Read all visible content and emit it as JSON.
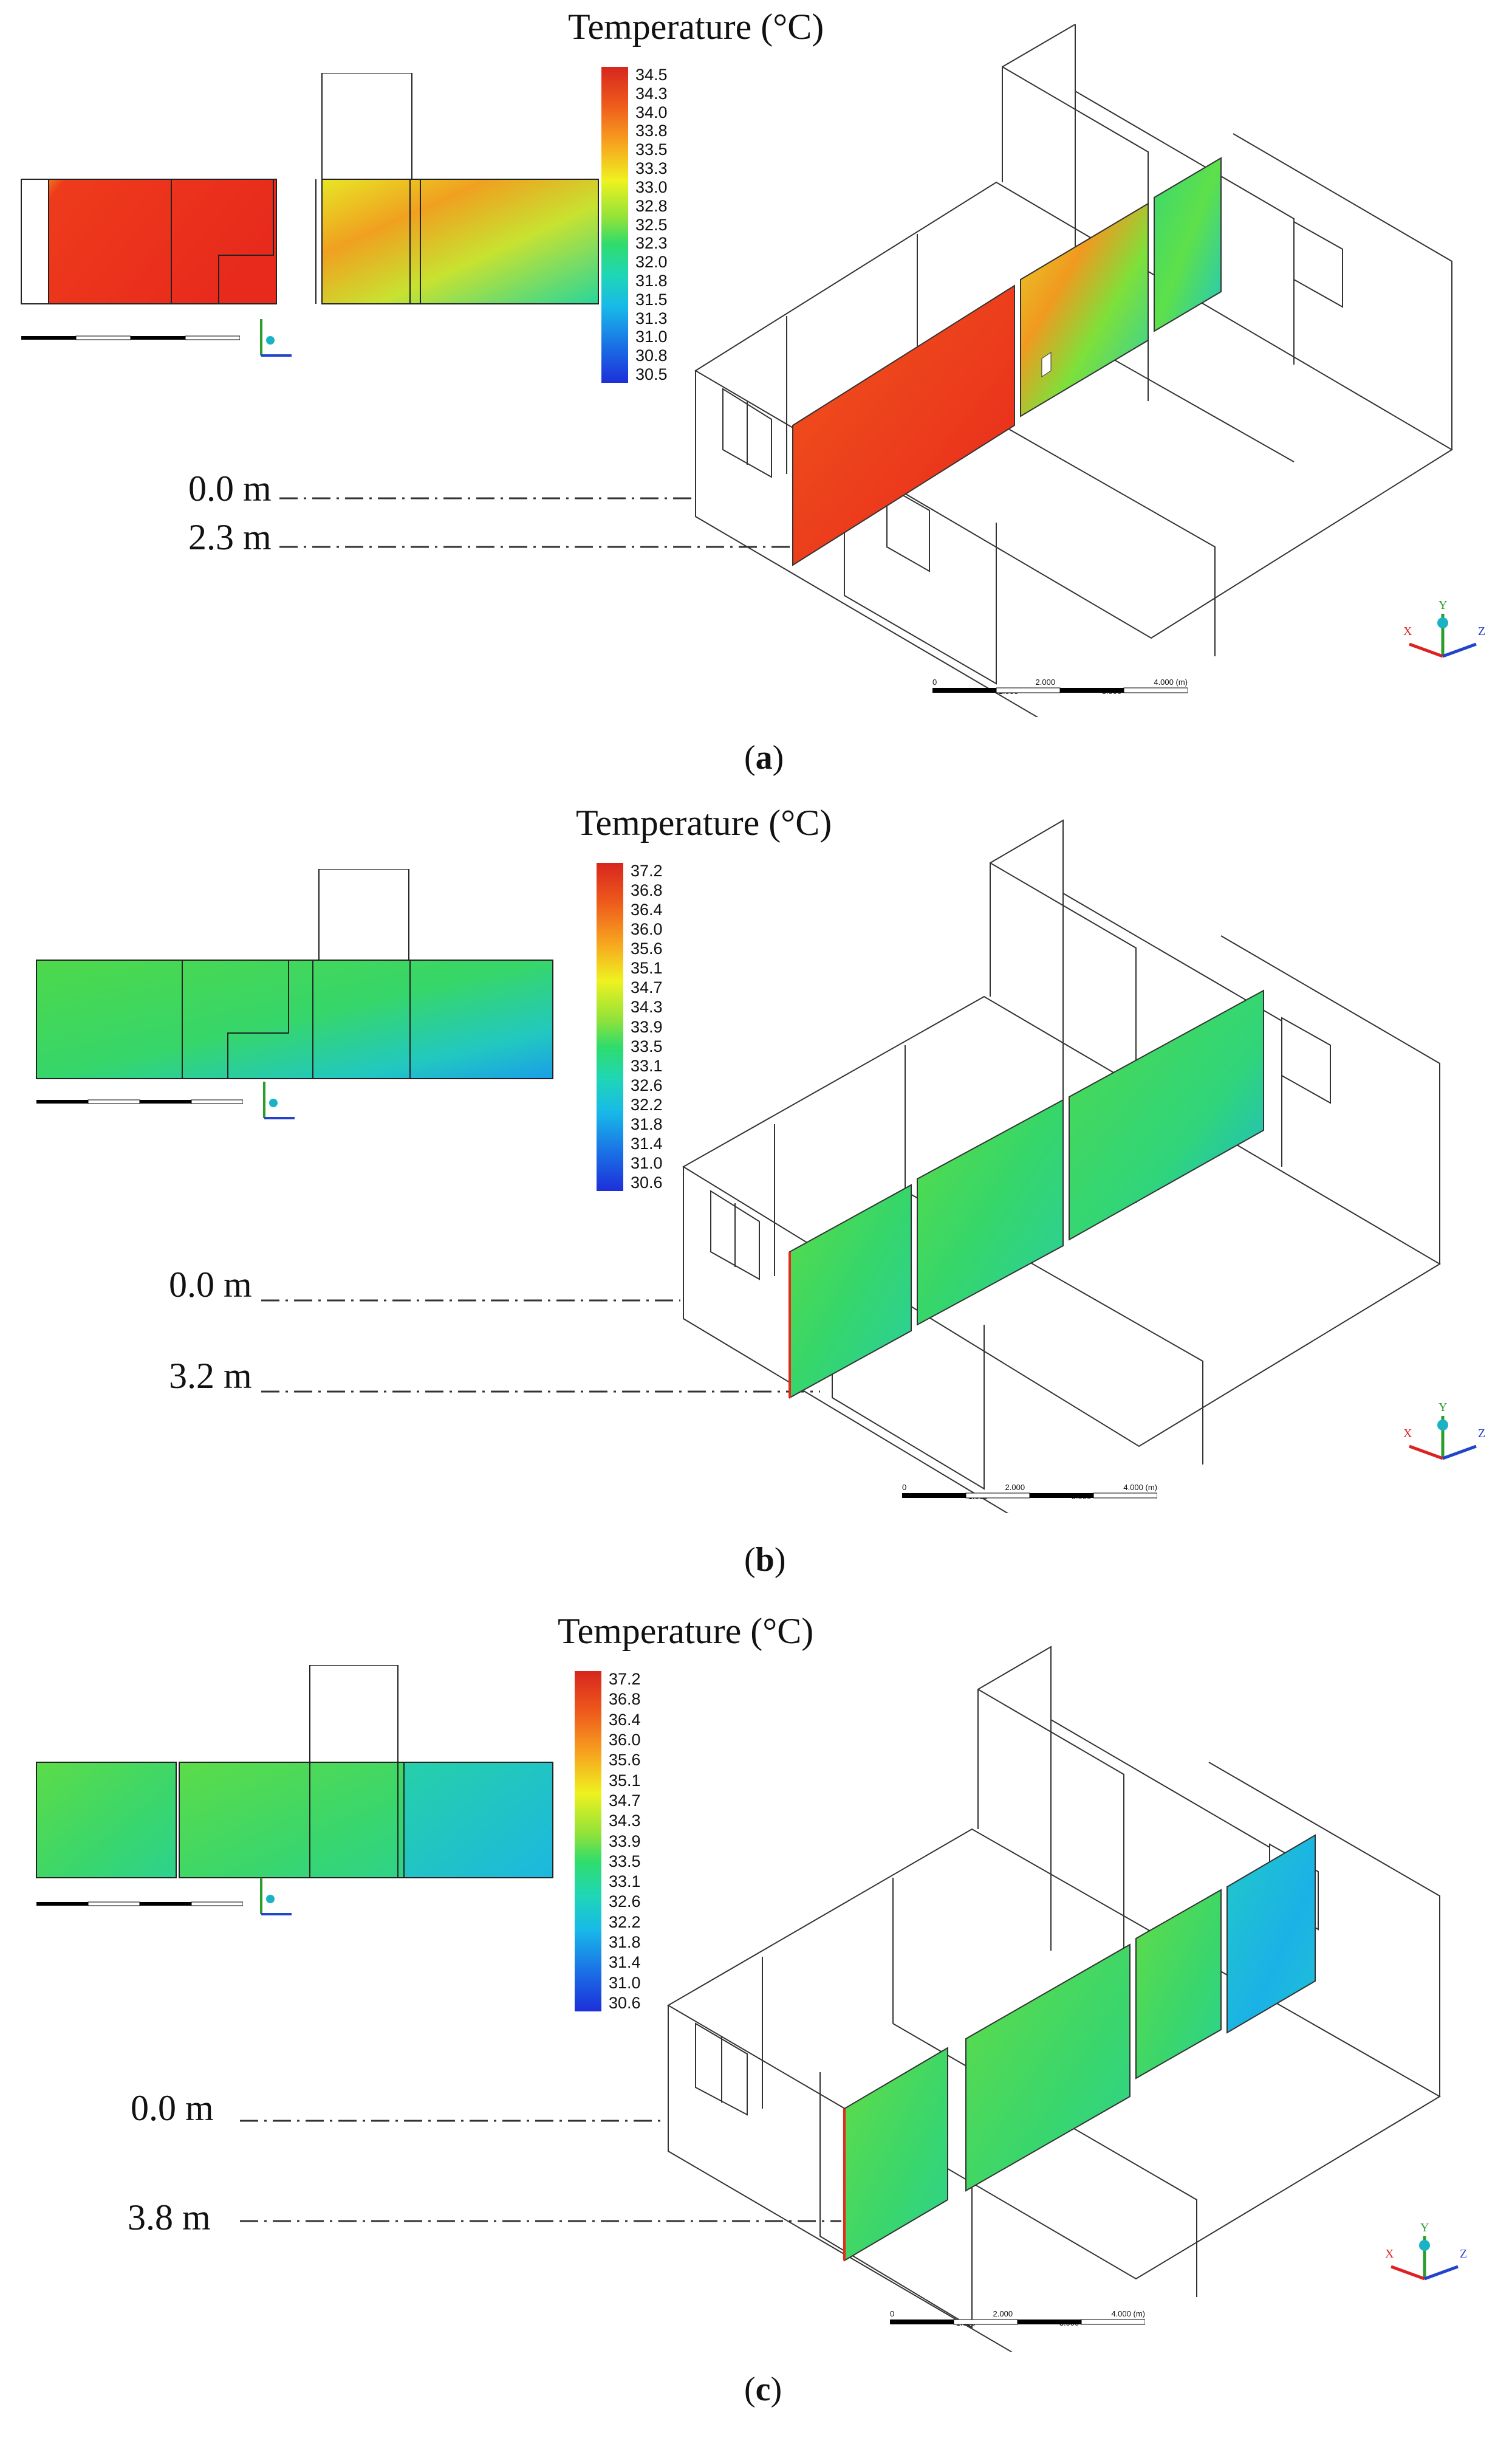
{
  "title": "Temperature (°C)",
  "panels": [
    {
      "caption_letter": "a",
      "legend_ticks": [
        "34.5",
        "34.3",
        "34.0",
        "33.8",
        "33.5",
        "33.3",
        "33.0",
        "32.8",
        "32.5",
        "32.3",
        "32.0",
        "31.8",
        "31.5",
        "31.3",
        "31.0",
        "30.8",
        "30.5"
      ],
      "depth_labels": [
        "0.0 m",
        "2.3 m"
      ]
    },
    {
      "caption_letter": "b",
      "legend_ticks": [
        "37.2",
        "36.8",
        "36.4",
        "36.0",
        "35.6",
        "35.1",
        "34.7",
        "34.3",
        "33.9",
        "33.5",
        "33.1",
        "32.6",
        "32.2",
        "31.8",
        "31.4",
        "31.0",
        "30.6"
      ],
      "depth_labels": [
        "0.0 m",
        "3.2 m"
      ]
    },
    {
      "caption_letter": "c",
      "legend_ticks": [
        "37.2",
        "36.8",
        "36.4",
        "36.0",
        "35.6",
        "35.1",
        "34.7",
        "34.3",
        "33.9",
        "33.5",
        "33.1",
        "32.6",
        "32.2",
        "31.8",
        "31.4",
        "31.0",
        "30.6"
      ],
      "depth_labels": [
        "0.0 m",
        "3.8 m"
      ]
    }
  ],
  "scale_bar": {
    "top_labels": [
      "0",
      "2.000",
      "4.000 (m)"
    ],
    "bottom_labels": [
      "1.000",
      "3.000"
    ]
  },
  "axis_labels": {
    "x": "X",
    "y": "Y",
    "z": "Z"
  },
  "colors": {
    "hot": "#d7261e",
    "warm": "#f7a21f",
    "mid": "#2fdc6c",
    "cool": "#18b9e8",
    "cold": "#1d2fd9"
  }
}
